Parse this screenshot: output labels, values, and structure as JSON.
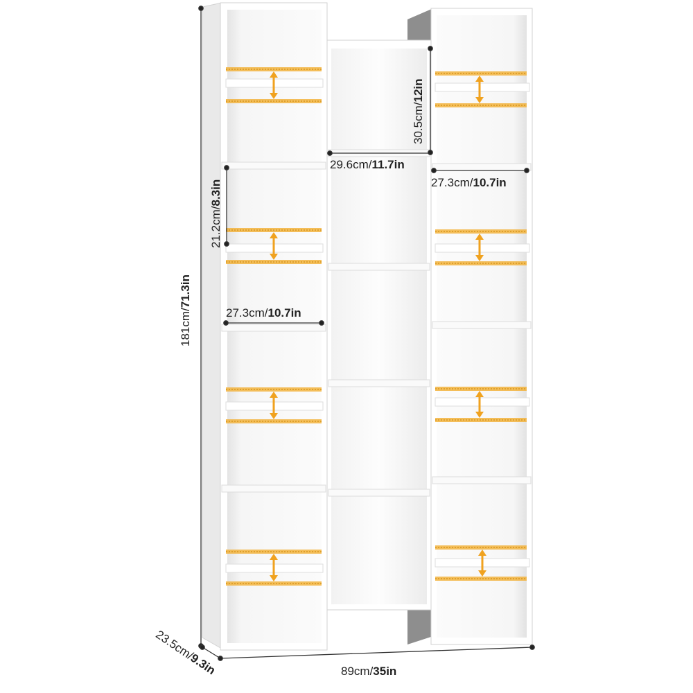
{
  "product": {
    "colors": {
      "panel": "#ffffff",
      "panel_edge": "#d7d7d7",
      "interior_shadow": "#ececec",
      "side_dark": "#8e8e8e",
      "rail_yellow": "#f2b33d",
      "rail_arrow": "#f0a21f",
      "dimension_line": "#333333"
    },
    "adjustable_shelf_indicator": "double-headed-arrow-icon"
  },
  "dimensions": {
    "total_height": {
      "metric": "181cm/",
      "imperial": "71.3in"
    },
    "total_width": {
      "metric": "89cm/",
      "imperial": "35in"
    },
    "depth": {
      "metric": "23.5cm/",
      "imperial": "9.3in"
    },
    "center_compartment_height": {
      "metric": "30.5cm/",
      "imperial": "12in"
    },
    "center_compartment_width": {
      "metric": "29.6cm/",
      "imperial": "11.7in"
    },
    "side_compartment_width_right": {
      "metric": "27.3cm/",
      "imperial": "10.7in"
    },
    "side_compartment_width_left": {
      "metric": "27.3cm/",
      "imperial": "10.7in"
    },
    "side_compartment_height": {
      "metric": "21.2cm/",
      "imperial": "8.3in"
    }
  }
}
